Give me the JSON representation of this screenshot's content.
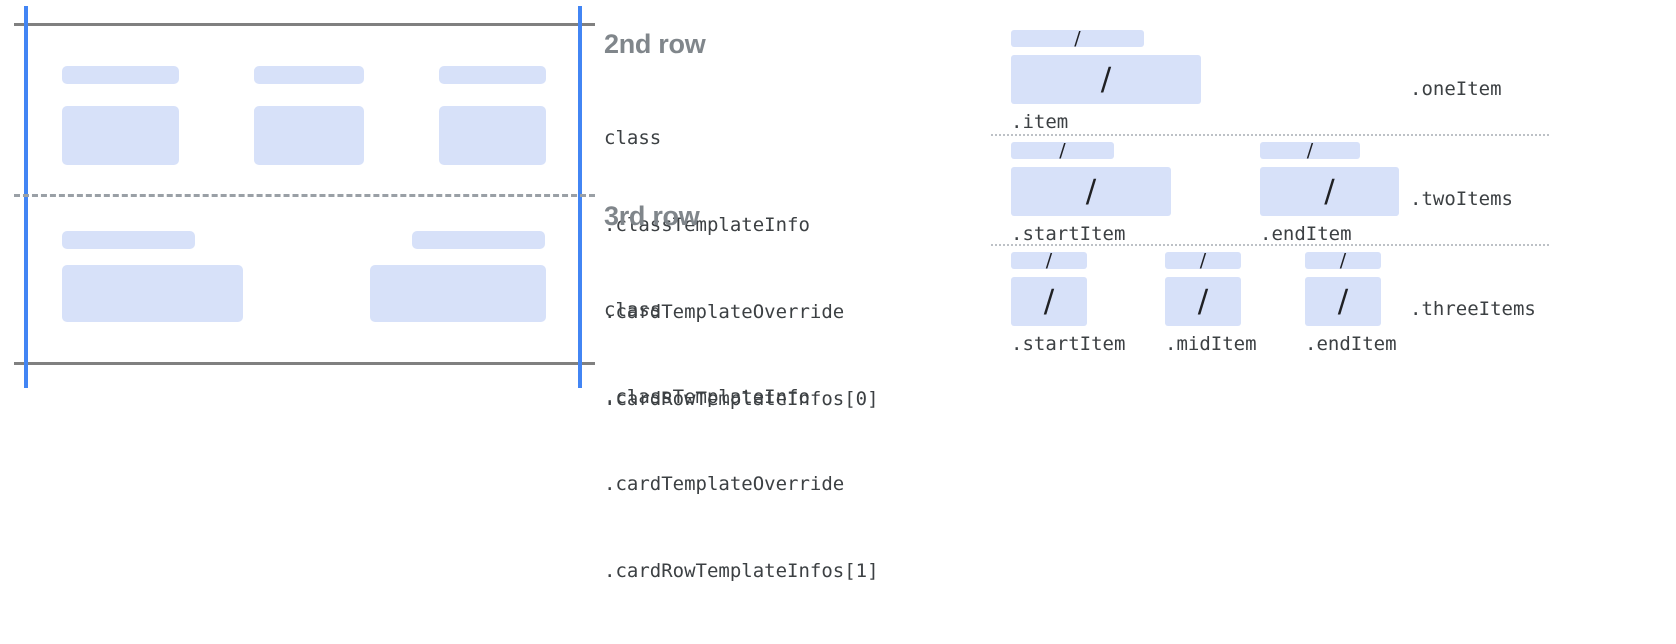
{
  "colors": {
    "block_fill": "#d7e1f9",
    "guide_blue": "#4285f4",
    "guide_gray": "#808080",
    "dashed_gray": "#9aa0a6",
    "dotted_gray": "#bdc1c6",
    "heading_gray": "#80868b",
    "code_text": "#3c4043",
    "background": "#ffffff"
  },
  "left_diagram": {
    "row2": {
      "columns": [
        {
          "title_placeholder": "",
          "body_placeholder": ""
        },
        {
          "title_placeholder": "",
          "body_placeholder": ""
        },
        {
          "title_placeholder": "",
          "body_placeholder": ""
        }
      ]
    },
    "row3": {
      "columns": [
        {
          "title_placeholder": "",
          "body_placeholder": ""
        },
        {
          "title_placeholder": "",
          "body_placeholder": ""
        }
      ]
    }
  },
  "rows": [
    {
      "heading": "2nd row",
      "code": [
        "class",
        ".classTemplateInfo",
        ".cardTemplateOverride",
        ".cardRowTemplateInfos[0]"
      ]
    },
    {
      "heading": "3rd row",
      "code": [
        "class",
        ".classTemplateInfo",
        ".cardTemplateOverride",
        ".cardRowTemplateInfos[1]"
      ]
    }
  ],
  "variants": [
    {
      "name": ".oneItem",
      "items": [
        {
          "label": ".item",
          "glyph": "/"
        }
      ]
    },
    {
      "name": ".twoItems",
      "items": [
        {
          "label": ".startItem",
          "glyph": "/"
        },
        {
          "label": ".endItem",
          "glyph": "/"
        }
      ]
    },
    {
      "name": ".threeItems",
      "items": [
        {
          "label": ".startItem",
          "glyph": "/"
        },
        {
          "label": ".midItem",
          "glyph": "/"
        },
        {
          "label": ".endItem",
          "glyph": "/"
        }
      ]
    }
  ]
}
